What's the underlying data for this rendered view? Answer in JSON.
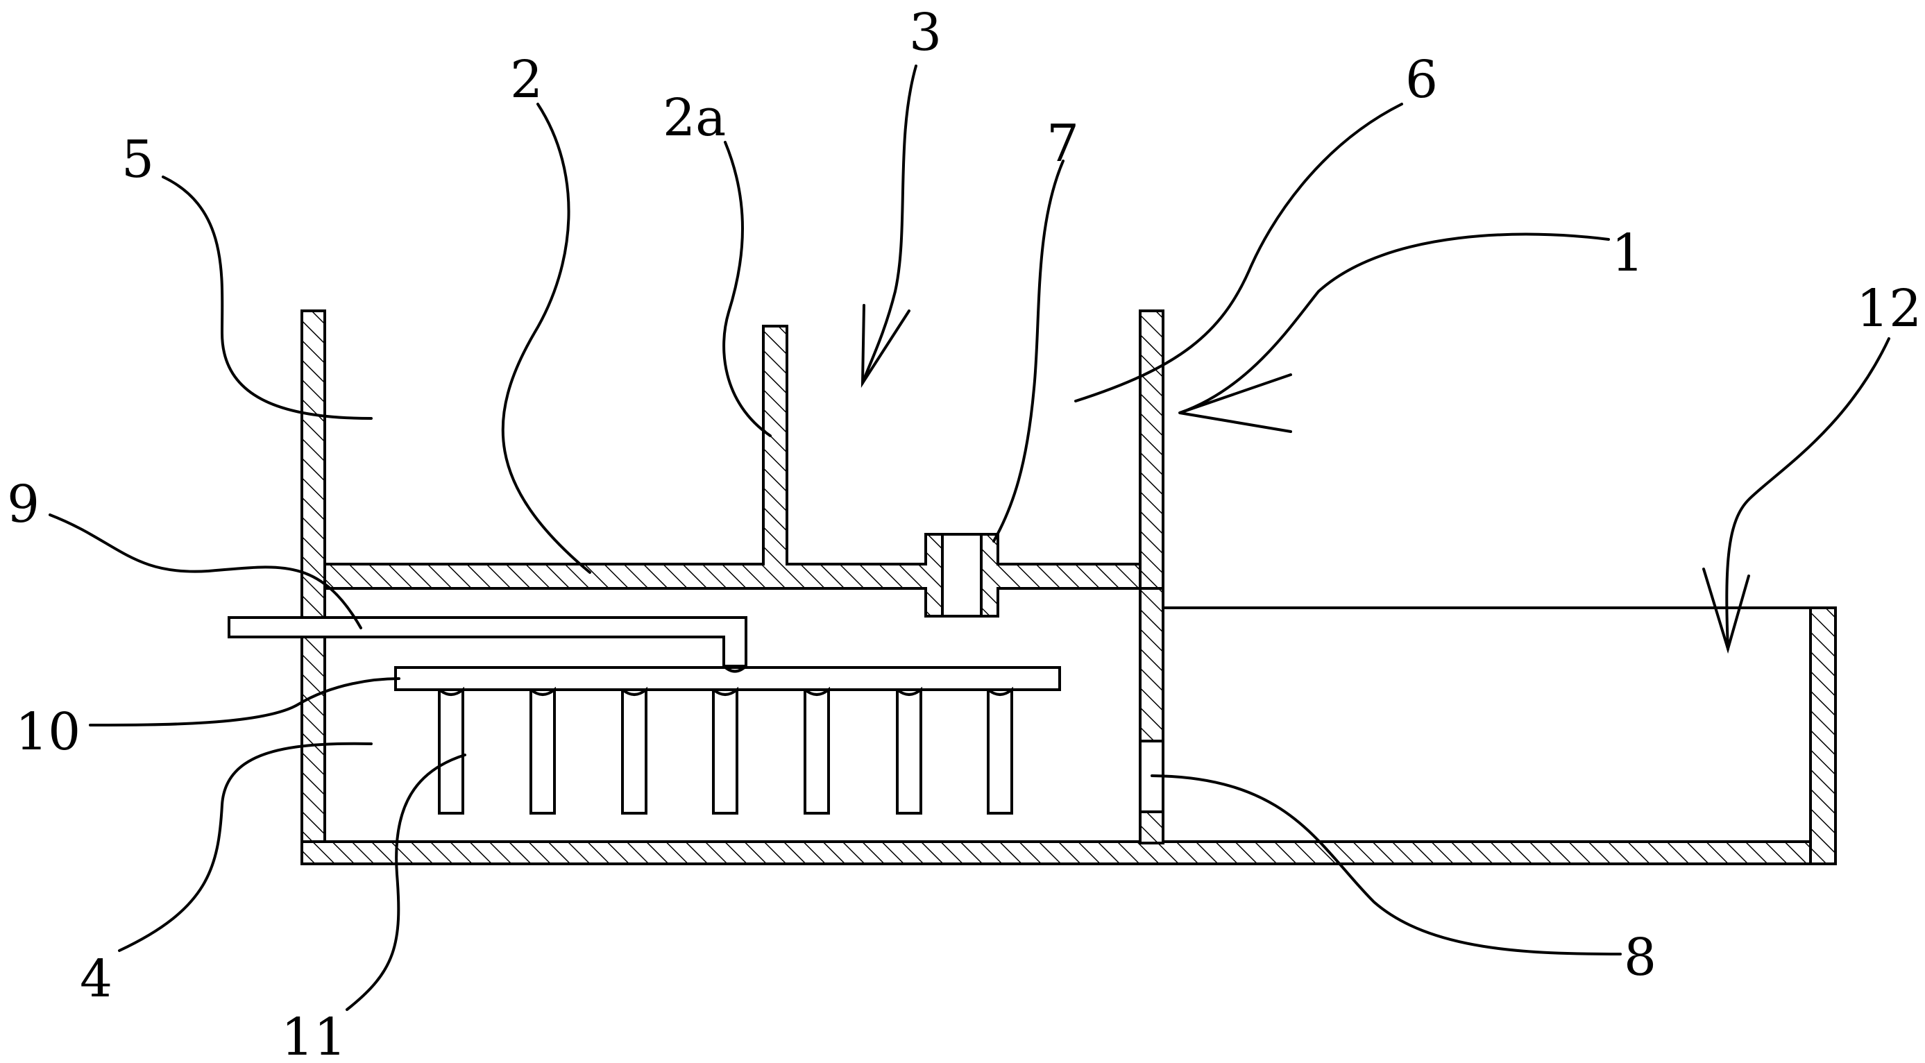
{
  "labels": {
    "l1": "1",
    "l2": "2",
    "l2a": "2a",
    "l3": "3",
    "l4": "4",
    "l5": "5",
    "l6": "6",
    "l7": "7",
    "l8": "8",
    "l9": "9",
    "l10": "10",
    "l11": "11",
    "l12": "12"
  }
}
